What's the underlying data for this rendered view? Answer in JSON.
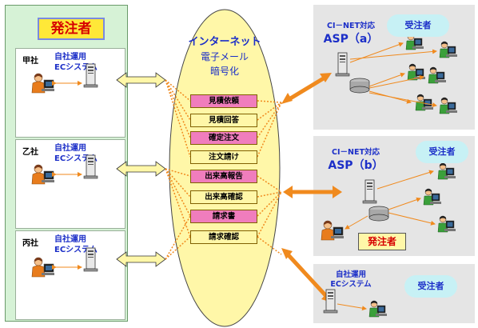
{
  "orderer_panel": {
    "title": "発注者",
    "companies": [
      {
        "name": "甲社",
        "system": "自社運用",
        "system2": "ECシステム"
      },
      {
        "name": "乙社",
        "system": "自社運用",
        "system2": "ECシステム"
      },
      {
        "name": "丙社",
        "system": "自社運用",
        "system2": "ECシステム"
      }
    ]
  },
  "internet": {
    "title": "インターネット",
    "subtitle1": "電子メール",
    "subtitle2": "暗号化",
    "messages": [
      "見積依頼",
      "見積回答",
      "確定注文",
      "注文請け",
      "出来高報告",
      "出来高確認",
      "請求書",
      "請求確認"
    ],
    "message_colors": [
      "pink",
      "yellow",
      "pink",
      "yellow",
      "pink",
      "yellow",
      "pink",
      "yellow"
    ]
  },
  "asp_a": {
    "label_top": "CI－NET対応",
    "label_main": "ASP（a）",
    "receiver": "受注者"
  },
  "asp_b": {
    "label_top": "CI－NET対応",
    "label_main": "ASP（b）",
    "receiver": "受注者",
    "orderer": "発注者"
  },
  "self_system": {
    "label1": "自社運用",
    "label2": "ECシステム",
    "receiver": "受注者"
  },
  "colors": {
    "orange": "#f08a1e",
    "green_panel": "#d6f2d6",
    "gray_panel": "#e5e5e5",
    "pink": "#f07dbd",
    "yellow_box": "#fff7a8",
    "ellipse": "#fff7a8",
    "blue_text": "#1c2fc8",
    "red_text": "#d60000"
  }
}
